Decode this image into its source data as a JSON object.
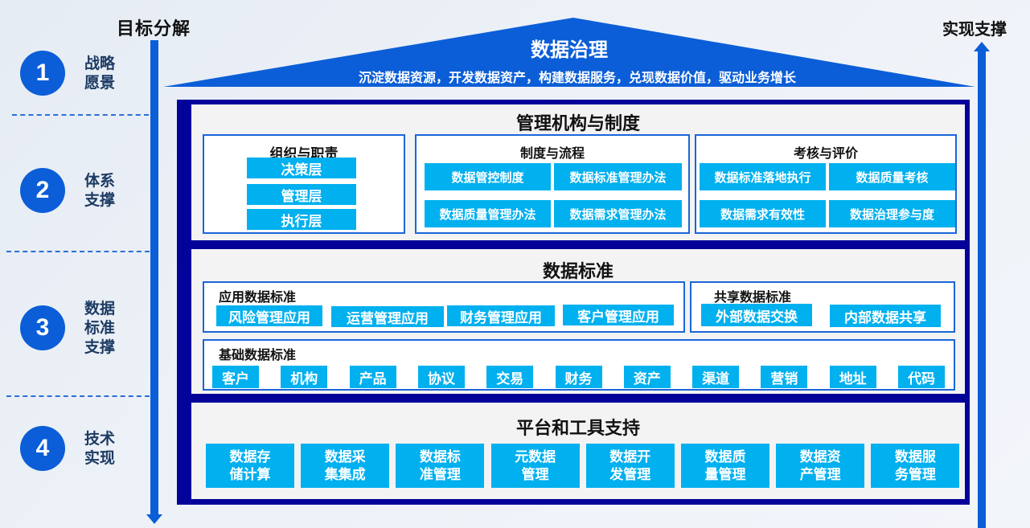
{
  "axis": {
    "left_title": "目标分解",
    "right_title": "实现支撑"
  },
  "steps": [
    {
      "number": "1",
      "label": "战略愿景"
    },
    {
      "number": "2",
      "label": "体系支撑"
    },
    {
      "number": "3",
      "label": "数据标准支撑"
    },
    {
      "number": "4",
      "label": "技术实现"
    }
  ],
  "roof": {
    "title": "数据治理",
    "subtitle": "沉淀数据资源，开发数据资产，构建数据服务，兑现数据价值，驱动业务增长"
  },
  "governance": {
    "title": "管理机构与制度",
    "org": {
      "title": "组织与职责",
      "items": [
        "决策层",
        "管理层",
        "执行层"
      ]
    },
    "process": {
      "title": "制度与流程",
      "items": [
        "数据管控制度",
        "数据标准管理办法",
        "数据质量管理办法",
        "数据需求管理办法"
      ]
    },
    "evaluation": {
      "title": "考核与评价",
      "items": [
        "数据标准落地执行",
        "数据质量考核",
        "数据需求有效性",
        "数据治理参与度"
      ]
    }
  },
  "standards": {
    "title": "数据标准",
    "application": {
      "title": "应用数据标准",
      "items": [
        "风险管理应用",
        "运营管理应用",
        "财务管理应用",
        "客户管理应用"
      ]
    },
    "shared": {
      "title": "共享数据标准",
      "items": [
        "外部数据交换",
        "内部数据共享"
      ]
    },
    "basic": {
      "title": "基础数据标准",
      "items": [
        "客户",
        "机构",
        "产品",
        "协议",
        "交易",
        "财务",
        "资产",
        "渠道",
        "营销",
        "地址",
        "代码"
      ]
    }
  },
  "platform": {
    "title": "平台和工具支持",
    "items": [
      {
        "line1": "数据存",
        "line2": "储计算"
      },
      {
        "line1": "数据采",
        "line2": "集集成"
      },
      {
        "line1": "数据标",
        "line2": "准管理"
      },
      {
        "line1": "元数据",
        "line2": "管理"
      },
      {
        "line1": "数据开",
        "line2": "发管理"
      },
      {
        "line1": "数据质",
        "line2": "量管理"
      },
      {
        "line1": "数据资",
        "line2": "产管理"
      },
      {
        "line1": "数据服",
        "line2": "务管理"
      }
    ]
  },
  "colors": {
    "accent_blue": "#0b5ed7",
    "frame_navy": "#03039a",
    "chip_cyan": "#00b0ef"
  }
}
